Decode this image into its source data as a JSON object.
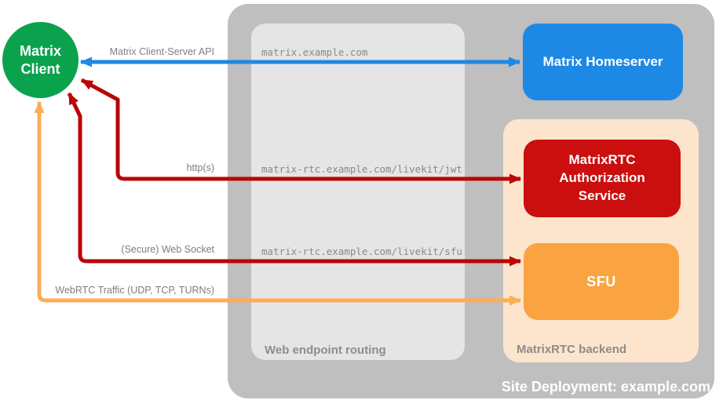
{
  "diagram_title": "Site Deployment: example.com",
  "nodes": {
    "matrix_client": {
      "label": "Matrix\nClient",
      "label_line1": "Matrix",
      "label_line2": "Client",
      "color": "#0aa24d",
      "shape": "circle"
    },
    "matrix_homeserver": {
      "label": "Matrix Homeserver",
      "color": "#1e88e5",
      "shape": "rounded-rect"
    },
    "auth_service": {
      "label": "MatrixRTC Authorization Service",
      "color": "#cb0e0e",
      "shape": "rounded-rect"
    },
    "sfu": {
      "label": "SFU",
      "color": "#f9a440",
      "shape": "rounded-rect"
    }
  },
  "containers": {
    "site_deployment": {
      "label": "Site Deployment: example.com",
      "color": "#bfbfbf"
    },
    "web_endpoint_routing": {
      "label": "Web endpoint routing",
      "color": "#e5e5e5"
    },
    "matrixrtc_backend": {
      "label": "MatrixRTC backend",
      "color": "#fce5cc"
    }
  },
  "connections": [
    {
      "label": "Matrix Client-Server API",
      "endpoint": "matrix.example.com",
      "color": "#1e88e5",
      "from": "matrix_client",
      "to": "matrix_homeserver",
      "bidirectional": true
    },
    {
      "label": "http(s)",
      "endpoint": "matrix-rtc.example.com/livekit/jwt",
      "color": "#bb0507",
      "from": "matrix_client",
      "to": "auth_service",
      "bidirectional": true
    },
    {
      "label": "(Secure) Web Socket",
      "endpoint": "matrix-rtc.example.com/livekit/sfu",
      "color": "#bb0507",
      "from": "matrix_client",
      "to": "sfu",
      "bidirectional": true
    },
    {
      "label": "WebRTC Traffic (UDP, TCP, TURNs)",
      "endpoint": "",
      "color": "#fbae55",
      "from": "matrix_client",
      "to": "sfu",
      "bidirectional": true
    }
  ]
}
